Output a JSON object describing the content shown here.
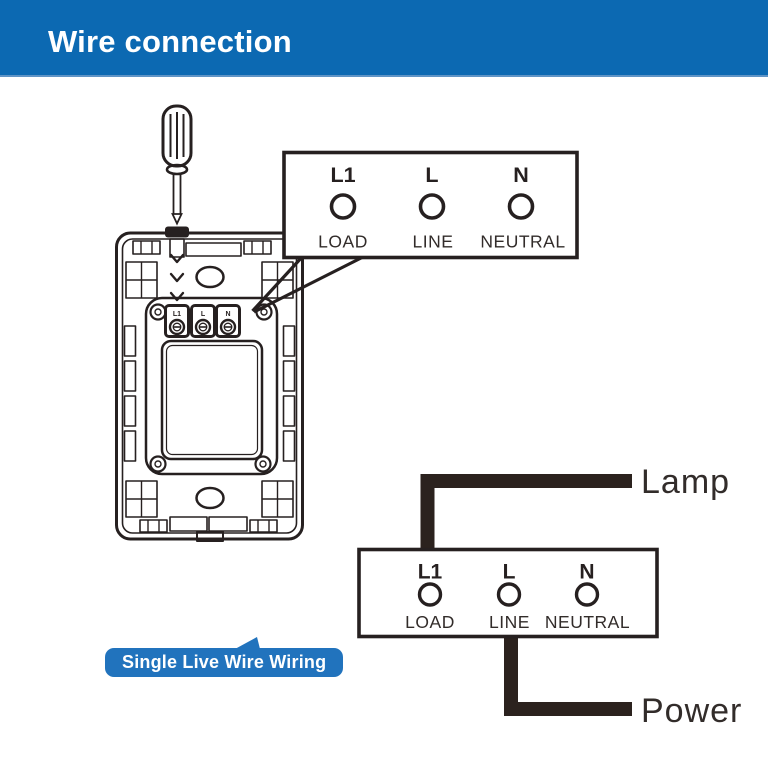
{
  "header": {
    "title": "Wire connection"
  },
  "badge": {
    "label": "Single Live Wire Wiring"
  },
  "switch_unit": {
    "terminals": [
      "L1",
      "L",
      "N"
    ]
  },
  "callout": {
    "terminals": [
      {
        "id": "L1",
        "name": "LOAD"
      },
      {
        "id": "L",
        "name": "LINE"
      },
      {
        "id": "N",
        "name": "NEUTRAL"
      }
    ]
  },
  "panel": {
    "terminals": [
      {
        "id": "L1",
        "name": "LOAD"
      },
      {
        "id": "L",
        "name": "LINE"
      },
      {
        "id": "N",
        "name": "NEUTRAL"
      }
    ],
    "lamp_label": "Lamp",
    "power_label": "Power"
  },
  "colors": {
    "header_bg": "#0c69b2",
    "badge_bg": "#2173bd",
    "line_ink": "#262020",
    "wire_black": "#2b221e",
    "text_white": "#ffffff"
  }
}
